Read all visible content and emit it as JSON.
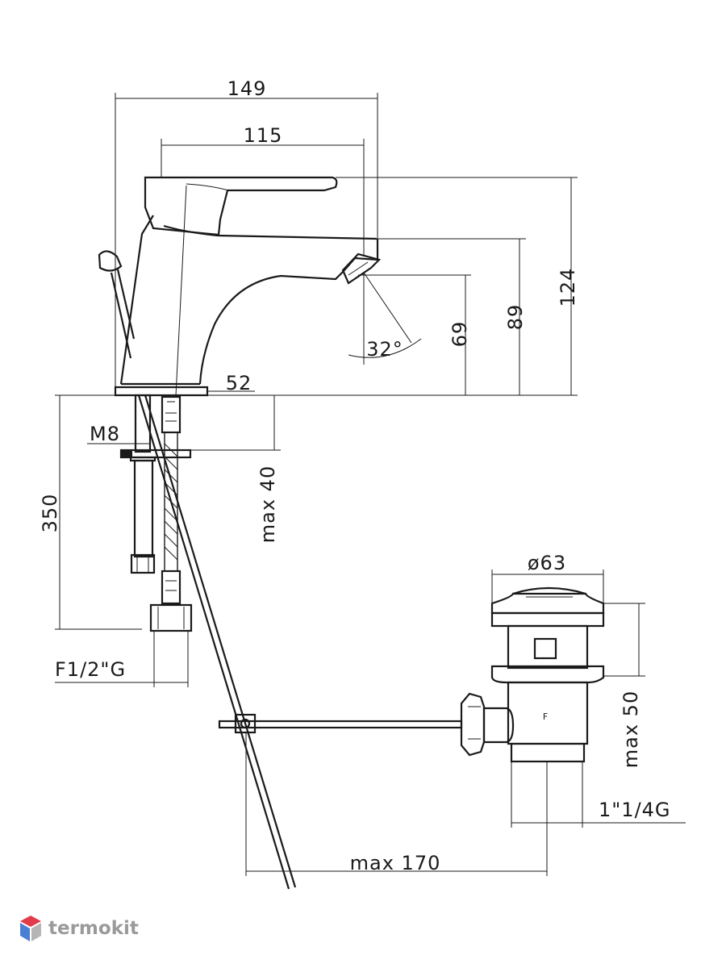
{
  "dimensions": {
    "width_total": "149",
    "width_spout": "115",
    "height_total": "124",
    "height_spout_top": "89",
    "height_aerator": "69",
    "angle": "32°",
    "base_diameter": "52",
    "thread_rod": "M8",
    "deck_thickness": "max 40",
    "hose_length": "350",
    "hose_connection": "F1/2\"G",
    "waste_diameter": "ø63",
    "waste_thickness": "max 50",
    "waste_thread": "1\"1/4G",
    "rod_length": "max 170"
  },
  "waste_marking": "F",
  "watermark": {
    "text": "termokit",
    "colors": [
      "#e23b4a",
      "#4a7fd6",
      "#b5b5b5"
    ]
  }
}
